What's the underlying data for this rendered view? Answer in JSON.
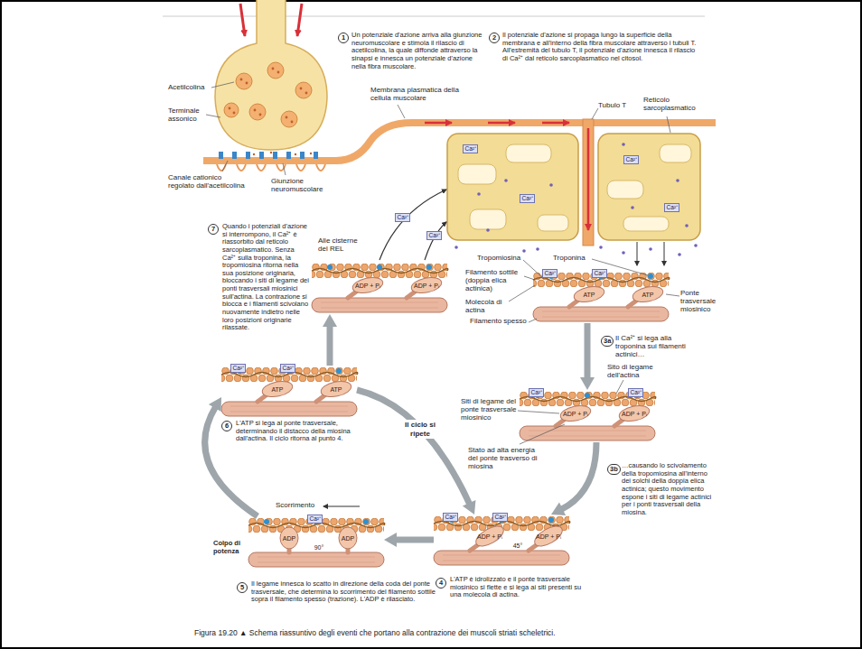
{
  "diagram": {
    "caption": "Figura 19.20 ▲ Schema riassuntivo degli eventi che portano alla contrazione dei muscoli striati scheletrici.",
    "nodes": [
      {
        "text": [
          "ATP",
          "ATP"
        ]
      },
      {
        "text": [
          "ADP + Pᵢ",
          "ADP + Pᵢ"
        ]
      },
      {
        "text": [
          "ADP + Pᵢ",
          "ADP + Pᵢ",
          "45°"
        ]
      },
      {
        "text": [
          "ADP",
          "ADP",
          "90°"
        ]
      },
      {
        "text": [
          "ATP",
          "ATP"
        ]
      },
      {
        "text": [
          "ADP + Pᵢ",
          "ADP + Pᵢ"
        ]
      }
    ],
    "edges": [
      {
        "from": 0,
        "to": 1,
        "arrow": "to"
      },
      {
        "from": 1,
        "to": 2,
        "arrow": "to"
      },
      {
        "from": 2,
        "to": 3,
        "arrow": "to"
      },
      {
        "from": 3,
        "to": 4,
        "arrow": "to"
      },
      {
        "from": 4,
        "to": 2,
        "label": "Il ciclo si ripete",
        "arrow": "to"
      },
      {
        "from": 4,
        "to": 5,
        "arrow": "to"
      }
    ],
    "labels": [
      "1",
      "Un potenziale d'azione arriva alla giunzione neuromuscolare e stimola il rilascio di acetilcolina, la quale diffonde attraverso la sinapsi e innesca un potenziale d'azione nella fibra muscolare.",
      "2",
      "Il potenziale d'azione si propaga lungo la superficie della membrana e all'interno della fibra muscolare attraverso i tubuli T. All'estremità del tubulo T, il potenziale d'azione innesca il rilascio di Ca²⁺ dal reticolo sarcoplasmatico nel citosol.",
      "Acetilcolina",
      "Terminale assonico",
      "Membrana plasmatica della cellula muscolare",
      "Tubulo T",
      "Reticolo sarcoplasmatico",
      "Canale cationico regolato dall'acetilcolina",
      "Giunzione neuromuscolare",
      "Ca²⁺",
      "Ca²⁺",
      "Ca²⁺",
      "Ca²⁺",
      "7",
      "Quando i potenziali d'azione si interrompono, il Ca²⁺ è riassorbito dal reticolo sarcoplasmatico. Senza Ca²⁺ sulla troponina, la tropomiosina ritorna nella sua posizione originaria, bloccando i siti di legame dei ponti trasversali miosinici sull'actina. La contrazione si blocca e i filamenti scivolano nuovamente indietro nelle loro posizioni originarie rilassate.",
      "Alle cisterne del REL",
      "Ca²⁺",
      "Ca²⁺",
      "Tropomiosina",
      "Troponina",
      "Filamento sottile (doppia elica actinica)",
      "Molecola di actina",
      "Ponte trasversale miosinico",
      "Filamento spesso",
      "Ca²⁺",
      "Ca²⁺",
      "3a",
      "Il Ca²⁺ si lega alla troponina sui filamenti actinici…",
      "Sito di legame dell'actina",
      "Siti di legame del ponte trasversale miosinico",
      "Ca²⁺",
      "Ca²⁺",
      "Stato ad alta energia del ponte trasverso di miosina",
      "3b",
      "…causando lo scivolamento della tropomiosina all'interno dei solchi della doppia elica actinica; questo movimento espone i siti di legame actinici per i ponti trasversali della miosina.",
      "6",
      "L'ATP si lega al ponte trasversale, determinando il distacco della miosina dall'actina. Il ciclo ritorna al punto 4.",
      "Ca²⁺",
      "Ca²⁺",
      "Scorrimento",
      "Colpo di potenza",
      "Ca²⁺",
      "Ca²⁺",
      "Ca²⁺",
      "5",
      "Il legame innesca lo scatto in direzione della coda del ponte trasversale, che determina lo scorrimento del filamento sottile sopra il filamento spesso (trazione). L'ADP è rilasciato.",
      "4",
      "L'ATP è idrolizzato e il ponte trasversale miosinico si flette e si lega ai siti presenti su una molecola di actina."
    ]
  }
}
